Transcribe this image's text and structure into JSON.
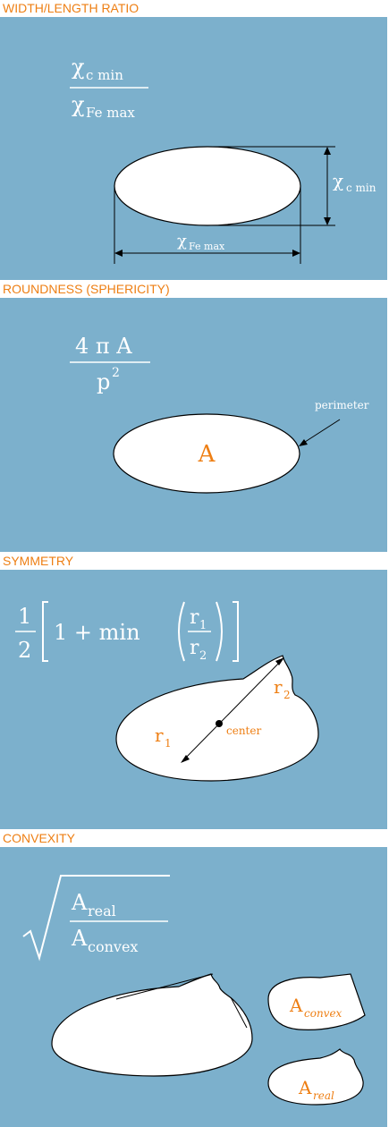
{
  "colors": {
    "panel": "#7cb0cc",
    "header_text": "#ee7f14",
    "shape_fill": "#ffffff",
    "label_orange": "#ee7f14",
    "stroke": "#000000"
  },
  "sections": [
    {
      "title": "WIDTH/LENGTH RATIO",
      "formula": {
        "numerator": "χ",
        "numerator_sub": "c min",
        "denominator": "χ",
        "denominator_sub": "Fe max"
      },
      "labels": {
        "height_symbol": "χ",
        "height_sub": "c min",
        "width_symbol": "χ",
        "width_sub": "Fe max"
      }
    },
    {
      "title": "ROUNDNESS (SPHERICITY)",
      "formula": {
        "numerator": "4 π A",
        "denominator": "p",
        "denominator_sup": "2"
      },
      "labels": {
        "perimeter": "perimeter",
        "area": "A"
      }
    },
    {
      "title": "SYMMETRY",
      "formula": {
        "fraction_num": "1",
        "fraction_den": "2",
        "body": "1 + min",
        "r_num": "r",
        "r_num_sub": "1",
        "r_den": "r",
        "r_den_sub": "2"
      },
      "labels": {
        "r1": "r",
        "r1_sub": "1",
        "r2": "r",
        "r2_sub": "2",
        "center": "center"
      }
    },
    {
      "title": "CONVEXITY",
      "formula": {
        "numerator": "A",
        "numerator_sub": "real",
        "denominator": "A",
        "denominator_sub": "convex"
      },
      "labels": {
        "convex": "A",
        "convex_sub": "convex",
        "real": "A",
        "real_sub": "real"
      }
    }
  ]
}
